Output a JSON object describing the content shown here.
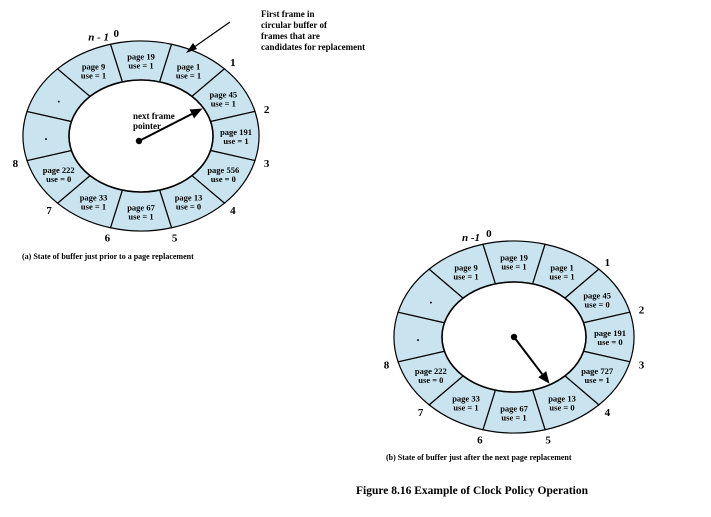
{
  "diagram_a": {
    "caption": "(a) State of buffer just prior to a page replacement",
    "annotation": [
      "First frame in",
      "circular buffer of",
      "frames that are",
      "candidates for replacement"
    ],
    "pointer_label": [
      "next frame",
      "pointer"
    ],
    "pointer_at_index": "2",
    "slots": [
      {
        "index": "0",
        "page": "page 19",
        "use": "use = 1"
      },
      {
        "index": "1",
        "page": "page 1",
        "use": "use = 1"
      },
      {
        "index": "2",
        "page": "page 45",
        "use": "use = 1"
      },
      {
        "index": "3",
        "page": "page 191",
        "use": "use = 1"
      },
      {
        "index": "4",
        "page": "page 556",
        "use": "use = 0"
      },
      {
        "index": "5",
        "page": "page 13",
        "use": "use = 0"
      },
      {
        "index": "6",
        "page": "page 67",
        "use": "use = 1"
      },
      {
        "index": "7",
        "page": "page 33",
        "use": "use = 1"
      },
      {
        "index": "8",
        "page": "page 222",
        "use": "use = 0"
      },
      {
        "index": "",
        "page": "",
        "use": ""
      },
      {
        "index": "",
        "page": "",
        "use": ""
      },
      {
        "index": "n - 1",
        "page": "page 9",
        "use": "use = 1"
      }
    ]
  },
  "diagram_b": {
    "caption": "(b) State of buffer just after the next page replacement",
    "pointer_at_index": "5",
    "slots": [
      {
        "index": "0",
        "page": "page 19",
        "use": "use = 1"
      },
      {
        "index": "1",
        "page": "page 1",
        "use": "use = 1"
      },
      {
        "index": "2",
        "page": "page 45",
        "use": "use = 0"
      },
      {
        "index": "3",
        "page": "page 191",
        "use": "use = 0"
      },
      {
        "index": "4",
        "page": "page 727",
        "use": "use = 1"
      },
      {
        "index": "5",
        "page": "page 13",
        "use": "use = 0"
      },
      {
        "index": "6",
        "page": "page 67",
        "use": "use = 1"
      },
      {
        "index": "7",
        "page": "page 33",
        "use": "use = 1"
      },
      {
        "index": "8",
        "page": "page 222",
        "use": "use = 0"
      },
      {
        "index": "",
        "page": "",
        "use": ""
      },
      {
        "index": "",
        "page": "",
        "use": ""
      },
      {
        "index": "n -1",
        "page": "page 9",
        "use": "use = 1"
      }
    ]
  },
  "figure_title": "Figure 8.16   Example of Clock Policy Operation",
  "colors": {
    "segment_fill": "#c9e4ef",
    "outline": "#000000"
  }
}
